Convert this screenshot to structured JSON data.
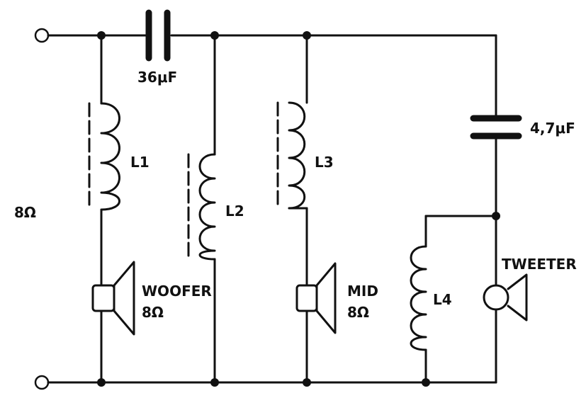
{
  "labels": {
    "input_impedance": "8Ω",
    "c1_value": "36μF",
    "c2_value": "4,7μF",
    "l1": "L1",
    "l2": "L2",
    "l3": "L3",
    "l4": "L4",
    "woofer_name": "WOOFER",
    "woofer_impedance": "8Ω",
    "mid_name": "MID",
    "mid_impedance": "8Ω",
    "tweeter_name": "TWEETER"
  },
  "colors": {
    "ink": "#111111",
    "paper": "#ffffff"
  }
}
